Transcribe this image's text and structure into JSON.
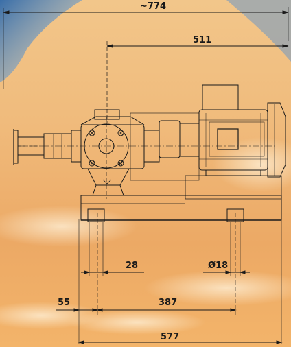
{
  "drawing": {
    "dimensions": {
      "overall_length": "~774",
      "motor_length": "511",
      "foot_width": "28",
      "hole_diameter": "Ø18",
      "edge_offset": "55",
      "hole_spacing": "387",
      "base_length": "577"
    },
    "colors": {
      "sky_top": "#4a7fb5",
      "sky_mid": "#e8b26a",
      "sky_low": "#efa457",
      "line": "#1a1a1a"
    }
  }
}
